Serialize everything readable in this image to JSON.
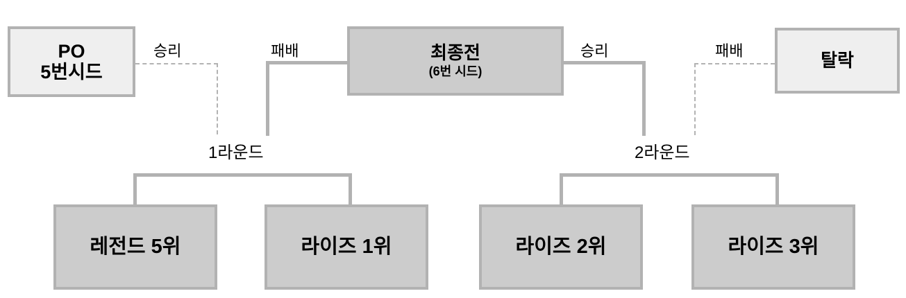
{
  "diagram": {
    "type": "tournament-bracket",
    "title_nodes": {
      "po": {
        "line1": "PO",
        "line2": "5번시드"
      },
      "final": {
        "line1": "최종전",
        "line2": "(6번 시드)"
      },
      "eliminated": {
        "line1": "탈락"
      }
    },
    "teams": [
      {
        "label": "레전드 5위"
      },
      {
        "label": "라이즈 1위"
      },
      {
        "label": "라이즈 2위"
      },
      {
        "label": "라이즈 3위"
      }
    ],
    "edge_labels": {
      "po_win": "승리",
      "final_loss_left": "패배",
      "final_win_right": "승리",
      "eliminated_loss": "패배"
    },
    "round_labels": {
      "round1": "1라운드",
      "round2": "2라운드"
    },
    "colors": {
      "box_light_fill": "#efefef",
      "box_gray_fill": "#cccccc",
      "border": "#b2b2b2",
      "text": "#000000",
      "background": "#ffffff"
    }
  }
}
